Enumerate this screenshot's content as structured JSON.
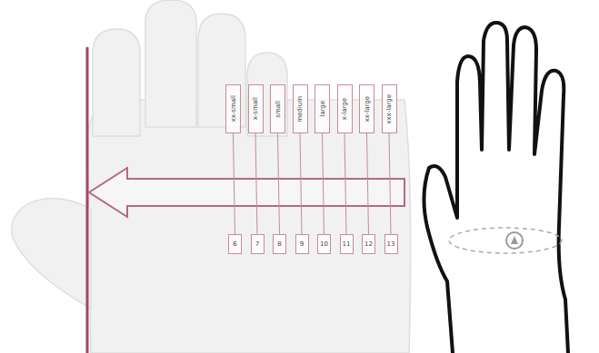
{
  "diagram": {
    "nodes": [
      {
        "text": [
          "xx-small"
        ]
      },
      {
        "text": [
          "x-small"
        ]
      },
      {
        "text": [
          "small"
        ]
      },
      {
        "text": [
          "medium"
        ]
      },
      {
        "text": [
          "large"
        ]
      },
      {
        "text": [
          "x-large"
        ]
      },
      {
        "text": [
          "xx-large"
        ]
      },
      {
        "text": [
          "xxx-large"
        ]
      },
      {
        "text": [
          "6"
        ]
      },
      {
        "text": [
          "7"
        ]
      },
      {
        "text": [
          "8"
        ]
      },
      {
        "text": [
          "9"
        ]
      },
      {
        "text": [
          "10"
        ]
      },
      {
        "text": [
          "11"
        ]
      },
      {
        "text": [
          "12"
        ]
      },
      {
        "text": [
          "13"
        ]
      }
    ],
    "edges": [
      {
        "from": 0,
        "to": 8,
        "arrow": "none"
      },
      {
        "from": 1,
        "to": 9,
        "arrow": "none"
      },
      {
        "from": 2,
        "to": 10,
        "arrow": "none"
      },
      {
        "from": 3,
        "to": 11,
        "arrow": "none"
      },
      {
        "from": 4,
        "to": 12,
        "arrow": "none"
      },
      {
        "from": 5,
        "to": 13,
        "arrow": "none"
      },
      {
        "from": 6,
        "to": 14,
        "arrow": "none"
      },
      {
        "from": 7,
        "to": 15,
        "arrow": "none"
      }
    ]
  }
}
